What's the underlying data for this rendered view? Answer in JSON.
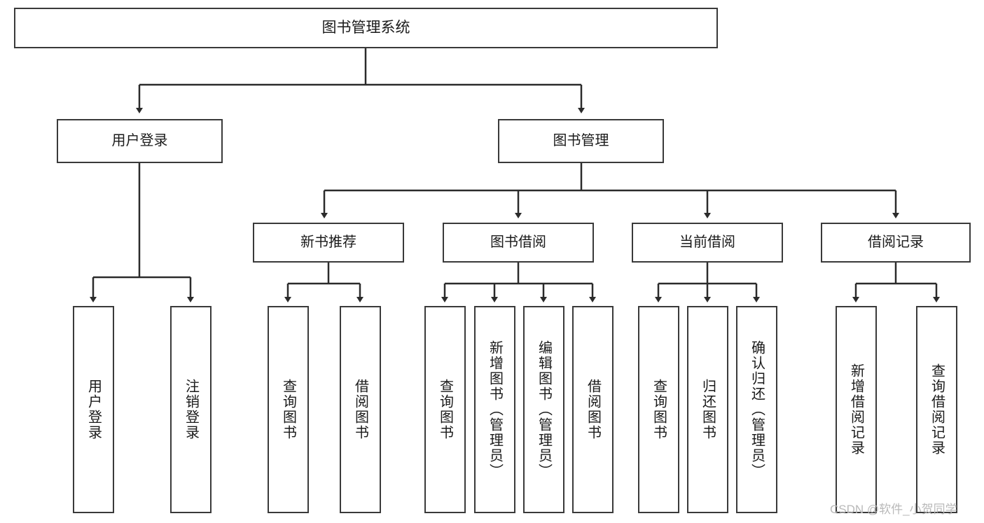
{
  "diagram": {
    "title": "图书管理系统",
    "type": "tree-hierarchy-diagram",
    "colors": {
      "box_border": "#3a3a3a",
      "box_fill": "#ffffff",
      "edge": "#2b2b2b",
      "background": "#ffffff",
      "watermark": "#b9b9b9"
    }
  },
  "root": {
    "label": "图书管理系统"
  },
  "level2": [
    {
      "label": "用户登录"
    },
    {
      "label": "图书管理"
    }
  ],
  "level3": [
    {
      "label": "新书推荐"
    },
    {
      "label": "图书借阅"
    },
    {
      "label": "当前借阅"
    },
    {
      "label": "借阅记录"
    }
  ],
  "leaves": {
    "user_login": [
      {
        "label": "用户登录"
      },
      {
        "label": "注销登录"
      }
    ],
    "new_book_recommend": [
      {
        "label": "查询图书"
      },
      {
        "label": "借阅图书"
      }
    ],
    "book_borrow": [
      {
        "label": "查询图书"
      },
      {
        "label": "新增图书（管理员）"
      },
      {
        "label": "编辑图书（管理员）"
      },
      {
        "label": "借阅图书"
      }
    ],
    "current_borrow": [
      {
        "label": "查询图书"
      },
      {
        "label": "归还图书"
      },
      {
        "label": "确认归还（管理员）"
      }
    ],
    "borrow_record": [
      {
        "label": "新增借阅记录"
      },
      {
        "label": "查询借阅记录"
      }
    ]
  },
  "watermark": {
    "text": "CSDN @软件_小贺同学"
  }
}
